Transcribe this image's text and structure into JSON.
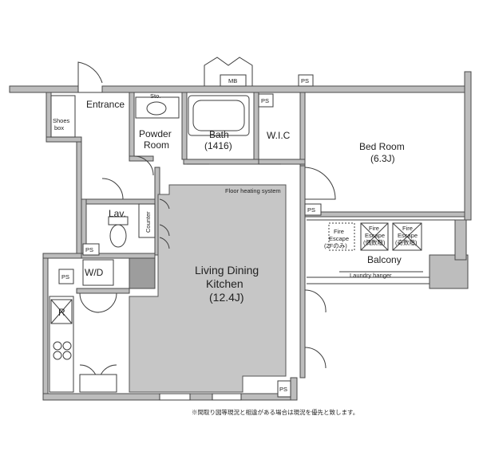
{
  "rooms": {
    "entrance": "Entrance",
    "shoes_box": [
      "Shoes",
      "box"
    ],
    "sto": "Sto.",
    "powder_room": [
      "Powder",
      "Room"
    ],
    "bath": [
      "Bath",
      "(1416)"
    ],
    "wic": "W.I.C",
    "bed_room": [
      "Bed Room",
      "(6.3J)"
    ],
    "lav": "Lav.",
    "counter": "Counter",
    "wd": "W/D",
    "refrigerator": "R",
    "ldk": [
      "Living Dining",
      "Kitchen",
      "(12.4J)"
    ],
    "balcony": "Balcony",
    "laundry_hanger": "Laundry hanger",
    "floor_heating": "Floor heating system"
  },
  "tags": {
    "mb": "MB",
    "ps": "PS"
  },
  "fire_escape": {
    "a": [
      "Fire",
      "Escape",
      "(2Fのみ)"
    ],
    "b": [
      "Fire",
      "Escape",
      "(偶数階)"
    ],
    "c": [
      "Fire",
      "Escape",
      "(奇数階)"
    ]
  },
  "footnote": "※間取り図等現況と相違がある場合は現況を優先と致します。"
}
